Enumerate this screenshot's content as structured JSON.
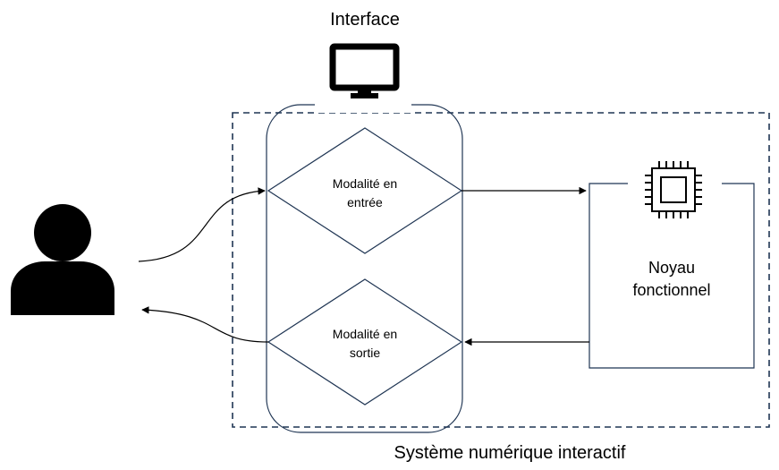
{
  "title": "Interface",
  "system_label": "Système numérique interactif",
  "input_modality": {
    "line1": "Modalité en",
    "line2": "entrée"
  },
  "output_modality": {
    "line1": "Modalité en",
    "line2": "sortie"
  },
  "core": {
    "line1": "Noyau",
    "line2": "fonctionnel"
  },
  "icons": {
    "user": "user-icon",
    "monitor": "monitor-icon",
    "cpu": "cpu-chip-icon"
  },
  "colors": {
    "line": "#000000",
    "dashed_border": "#1f3553",
    "interface_outline": "#1f3553",
    "core_box": "#1f3553"
  }
}
